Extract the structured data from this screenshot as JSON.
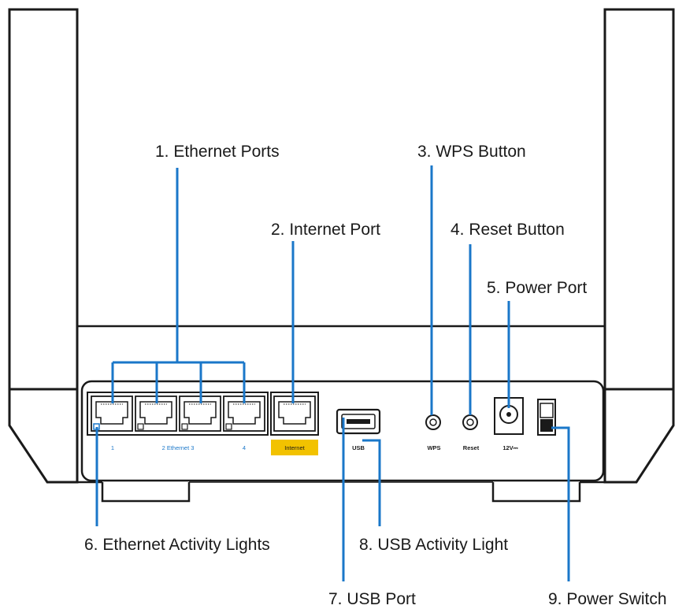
{
  "colors": {
    "leader_line": "#1a77c9",
    "device_outline": "#1a1a1a",
    "internet_highlight": "#f2c200",
    "port_text_blue": "#1a77c9"
  },
  "callouts": {
    "ethernet_ports": "1. Ethernet Ports",
    "internet_port": "2. Internet Port",
    "wps_button": "3. WPS Button",
    "reset_button": "4. Reset Button",
    "power_port": "5. Power Port",
    "ethernet_activity_lights": "6. Ethernet Activity Lights",
    "usb_port": "7. USB Port",
    "usb_activity_light": "8. USB Activity Light",
    "power_switch": "9. Power Switch"
  },
  "port_labels": {
    "eth1": "1",
    "eth23": "2  Ethernet  3",
    "eth4": "4",
    "internet": "Internet",
    "usb": "USB",
    "wps": "WPS",
    "reset": "Reset",
    "power": "12V⎓"
  }
}
